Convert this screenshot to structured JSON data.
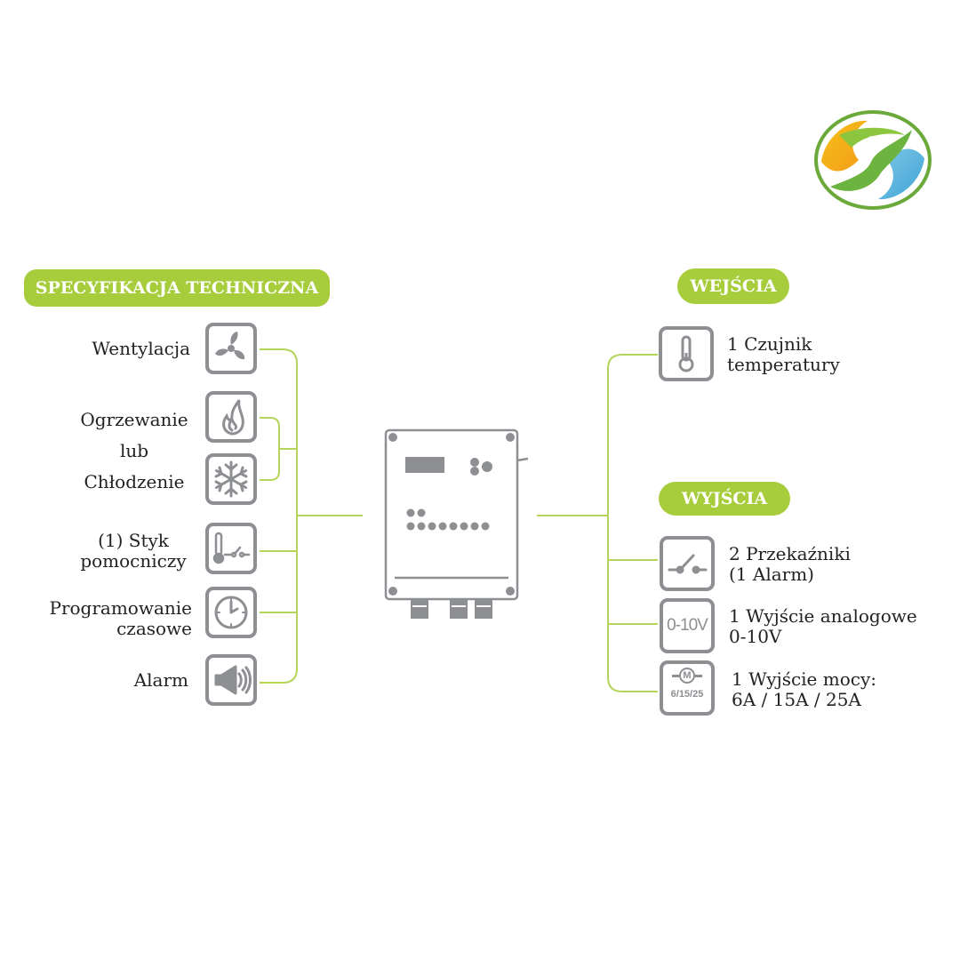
{
  "colors": {
    "accent": "#a7cd3c",
    "icon_gray": "#8d8f93",
    "text": "#222222"
  },
  "headers": {
    "spec": "SPECYFIKACJA TECHNICZNA",
    "inputs": "WEJŚCIA",
    "outputs": "WYJŚCIA"
  },
  "spec_items": {
    "ventilation": {
      "label": "Wentylacja",
      "icon": "fan-icon"
    },
    "heating": {
      "label": "Ogrzewanie",
      "icon": "flame-icon"
    },
    "or": "lub",
    "cooling": {
      "label": "Chłodzenie",
      "icon": "snowflake-icon"
    },
    "contact": {
      "line1": "(1) Styk",
      "line2": "pomocniczy",
      "icon": "aux-contact-icon"
    },
    "timer": {
      "line1": "Programowanie",
      "line2": "czasowe",
      "icon": "clock-icon"
    },
    "alarm": {
      "label": "Alarm",
      "icon": "megaphone-icon"
    }
  },
  "inputs": {
    "temp_sensor": {
      "line1": "1 Czujnik",
      "line2": "temperatury",
      "icon": "thermometer-icon"
    }
  },
  "outputs": {
    "relays": {
      "line1": "2 Przekaźniki",
      "line2": "(1 Alarm)",
      "icon": "relay-icon"
    },
    "analog": {
      "line1": "1 Wyjście analogowe",
      "line2": "0-10V",
      "icon": "analog-output-icon",
      "icon_text": "0-10V"
    },
    "power": {
      "line1": "1 Wyjście mocy:",
      "line2": "6A / 15A / 25A",
      "icon": "motor-power-icon",
      "icon_text": "6/15/25",
      "motor_text": "M"
    }
  }
}
